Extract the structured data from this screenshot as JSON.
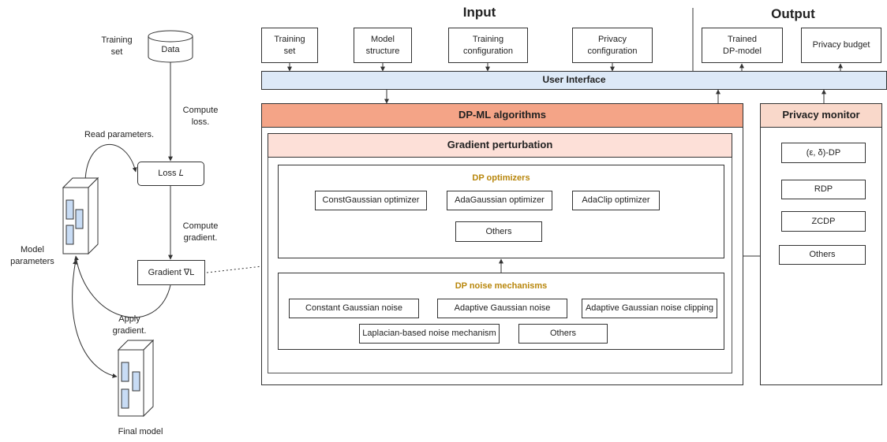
{
  "left_flow": {
    "training_set_label": "Training\nset",
    "data_label": "Data",
    "compute_loss": "Compute\nloss.",
    "read_parameters": "Read parameters.",
    "loss_box": "Loss 𝐿",
    "compute_gradient": "Compute\ngradient.",
    "gradient_box": "Gradient ∇L",
    "model_parameters": "Model\nparameters",
    "apply_gradient": "Apply\ngradient.",
    "final_model": "Final model"
  },
  "input": {
    "heading": "Input",
    "boxes": [
      "Training\nset",
      "Model\nstructure",
      "Training\nconfiguration",
      "Privacy\nconfiguration"
    ]
  },
  "output": {
    "heading": "Output",
    "boxes": [
      "Trained\nDP-model",
      "Privacy budget"
    ]
  },
  "user_interface": "User Interface",
  "dp_ml": {
    "title": "DP-ML algorithms",
    "gradient_perturbation": "Gradient perturbation",
    "optimizers": {
      "title": "DP optimizers",
      "items": [
        "ConstGaussian optimizer",
        "AdaGaussian optimizer",
        "AdaClip optimizer",
        "Others"
      ]
    },
    "noise": {
      "title": "DP noise mechanisms",
      "items": [
        "Constant Gaussian noise",
        "Adaptive Gaussian noise",
        "Adaptive Gaussian noise clipping",
        "Laplacian-based noise mechanism",
        "Others"
      ]
    }
  },
  "privacy_monitor": {
    "title": "Privacy monitor",
    "items": [
      "(ε, δ)-DP",
      "RDP",
      "ZCDP",
      "Others"
    ]
  },
  "colors": {
    "ui_bar": "#dde9f7",
    "dp_ml_header": "#f4a487",
    "gradient_header": "#fde0d8",
    "privacy_header": "#f9d8ca",
    "accent_gold": "#b8860b",
    "model_cube": "#c8dcf5"
  }
}
